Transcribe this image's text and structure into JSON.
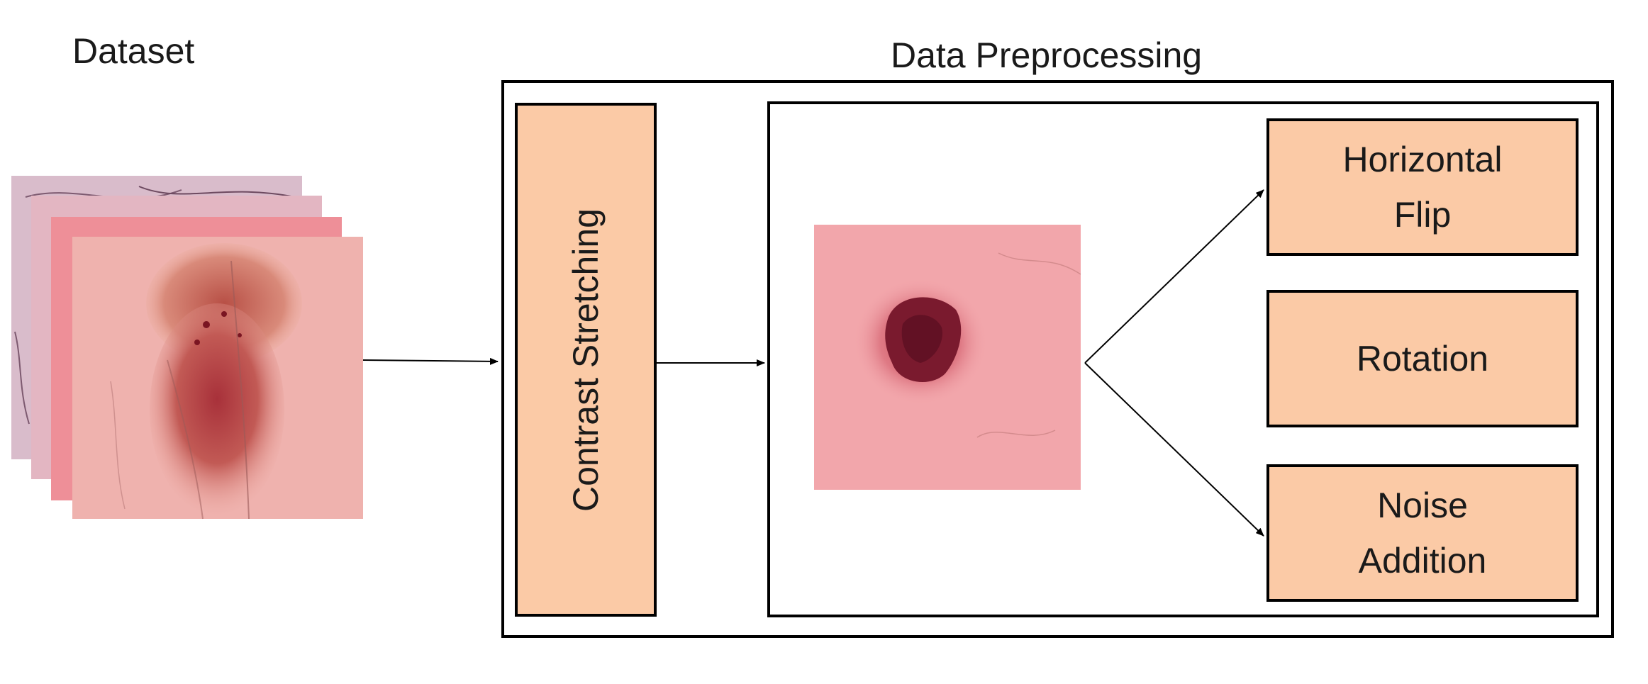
{
  "diagram": {
    "dataset_title": "Dataset",
    "preprocessing_title": "Data Preprocessing",
    "contrast_step": "Contrast Stretching",
    "augmentations": [
      {
        "line1": "Horizontal",
        "line2": "Flip"
      },
      {
        "line1": "Rotation",
        "line2": ""
      },
      {
        "line1": "Noise",
        "line2": "Addition"
      }
    ],
    "colors": {
      "box_fill": "#fbcaa6",
      "border": "#000000",
      "skin": "#f2a3a3",
      "lesion": "#8a1a2a"
    }
  }
}
